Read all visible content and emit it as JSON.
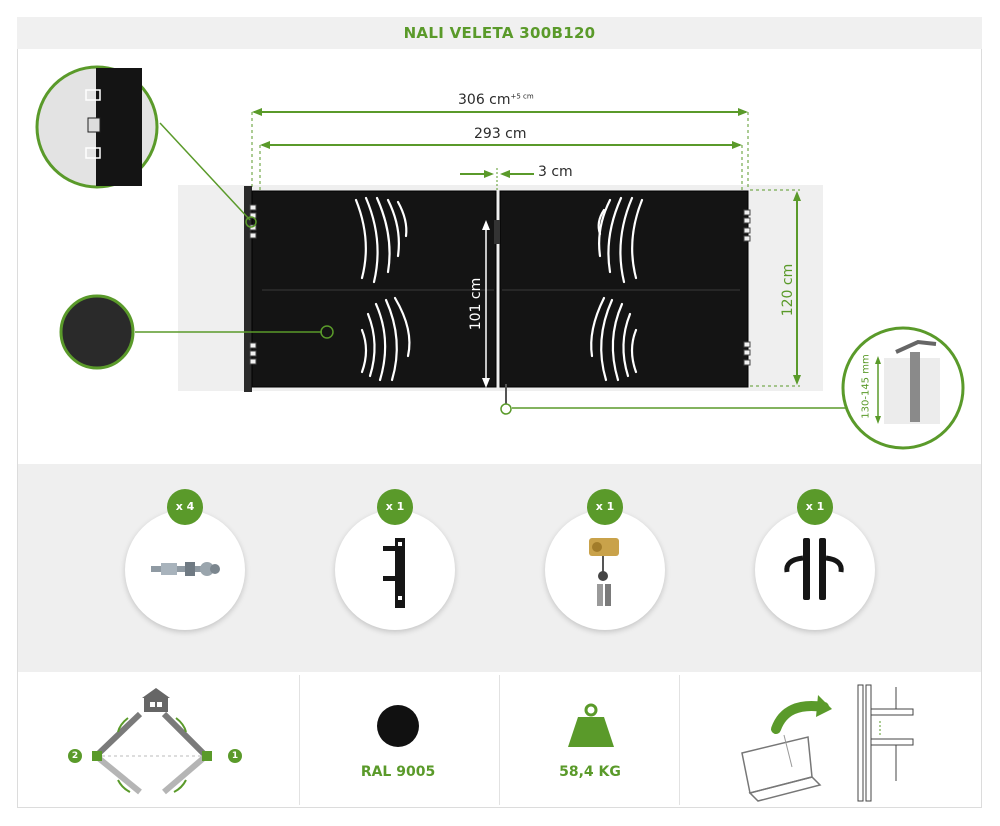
{
  "header": {
    "title": "NALI VELETA 300B120"
  },
  "dimensions": {
    "total_width": "306 cm",
    "total_width_tolerance": "+5 cm",
    "leaf_width": "293 cm",
    "gap": "3 cm",
    "post_height": "101 cm",
    "gate_height": "120 cm",
    "bolt_depth": "130-145 mm"
  },
  "accessories": [
    {
      "count": "x 4",
      "name": "anchor-bolts"
    },
    {
      "count": "x 1",
      "name": "latch"
    },
    {
      "count": "x 1",
      "name": "lock-cylinder-keys"
    },
    {
      "count": "x 1",
      "name": "handles"
    }
  ],
  "features": {
    "opening": {
      "left_marker": "2",
      "right_marker": "1"
    },
    "color": {
      "label": "RAL 9005",
      "swatch": "#111111"
    },
    "weight": {
      "label": "58,4 KG"
    }
  },
  "colors": {
    "accent": "#5a9a2a",
    "panel": "#141414",
    "backdrop": "#efefef"
  }
}
